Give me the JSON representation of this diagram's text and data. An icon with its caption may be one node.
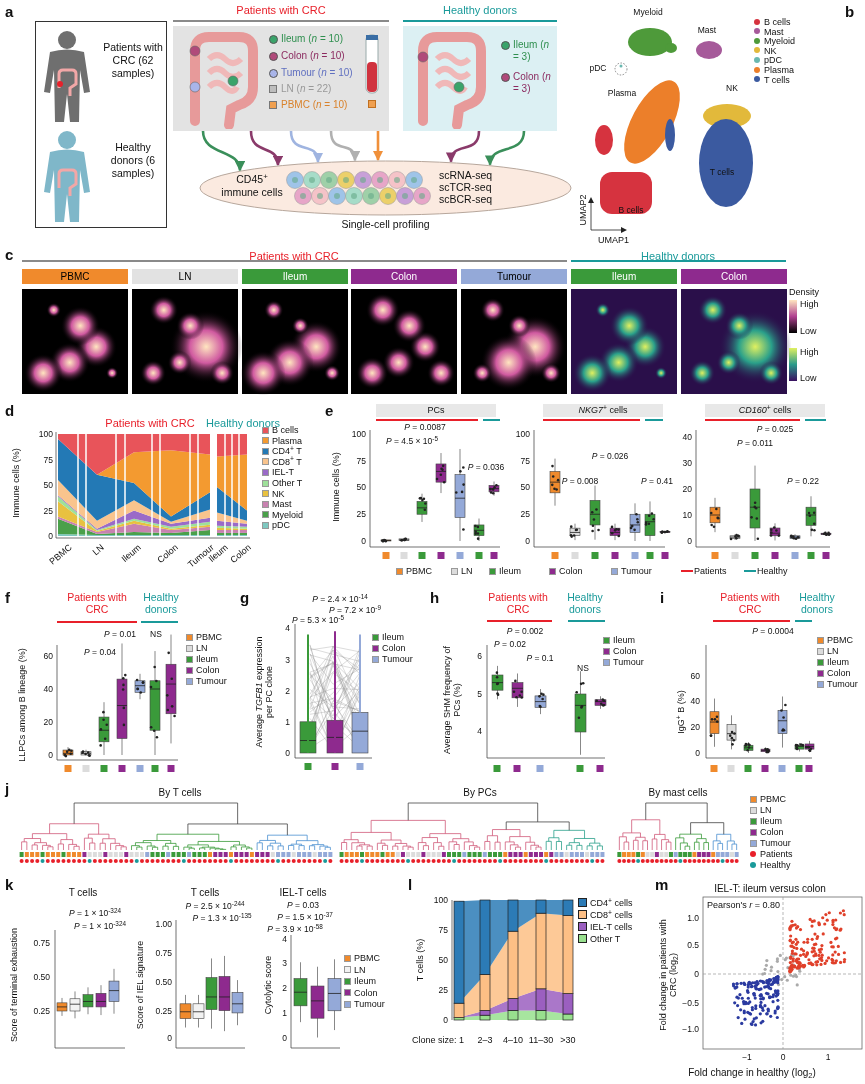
{
  "diagram": {
    "nodes": [
      {
        "text": [],
        "shape": "box"
      },
      {
        "text": [
          "Patients with CRC (62 samples)"
        ],
        "in": 0
      },
      {
        "text": [
          "Healthy donors (6 samples)"
        ],
        "in": 0
      },
      {
        "text": [
          "Patients with CRC",
          "Ileum (*n* = 10)",
          "Colon (*n* = 10)",
          "Tumour (*n* = 10)",
          "LN (*n* = 22)",
          "PBMC (*n* = 10)"
        ]
      },
      {
        "text": [
          "Healthy donors",
          "Ileum (*n* = 3)",
          "Colon (*n* = 3)"
        ]
      },
      {
        "text": [
          "CD45$^{+}$ immune cells",
          "scRNA-seq scTCR-seq scBCR-seq"
        ],
        "beside": [
          "Single-cell profiling"
        ]
      }
    ],
    "edges": [
      {
        "from": 3,
        "to": 5,
        "arrow": "to",
        "color": "#3a8f5a"
      },
      {
        "from": 3,
        "to": 5,
        "arrow": "to",
        "color": "#8a3a6a"
      },
      {
        "from": 3,
        "to": 5,
        "arrow": "to",
        "color": "#9fb4e0"
      },
      {
        "from": 3,
        "to": 5,
        "arrow": "to",
        "color": "#b0b0b0"
      },
      {
        "from": 3,
        "to": 5,
        "arrow": "to",
        "color": "#f0903a"
      },
      {
        "from": 4,
        "to": 5,
        "arrow": "to",
        "color": "#8a3a6a"
      },
      {
        "from": 4,
        "to": 5,
        "arrow": "to",
        "color": "#3a8f5a"
      }
    ],
    "labels": [
      "a",
      "Myeloid",
      "b",
      "Mast",
      "pDC",
      "Plasma",
      "NK",
      "T cells",
      "B cells",
      "UMAP2",
      "UMAP1",
      "c",
      "Patients with CRC",
      "Healthy donors",
      "PBMC",
      "LN",
      "Ileum",
      "Colon",
      "Tumour",
      "Ileum",
      "Colon",
      "Density",
      "High",
      "Low",
      "High",
      "Low",
      "d",
      "Patients with CRC",
      "Healthy donors",
      "Immune cells (%)",
      "100",
      "75",
      "50",
      "25",
      "0",
      "PBMC",
      "LN",
      "Ileum",
      "Colon",
      "Tumour",
      "Ileum",
      "Colon",
      "e",
      "PCs",
      "*P* = 0.0087",
      "*P* = 4.5 × 10$^{-5}$",
      "*P* = 0.036",
      "Immune cells (%)",
      "100",
      "75",
      "50",
      "25",
      "0",
      "*NKG7*$^{+}$ cells",
      "*P* = 0.026",
      "*P* = 0.008",
      "*P* = 0.41",
      "100",
      "75",
      "50",
      "25",
      "0",
      "*CD160*$^{+}$ cells",
      "*P* = 0.025",
      "*P* = 0.011",
      "*P* = 0.22",
      "40",
      "30",
      "20",
      "10",
      "0",
      "f",
      "Patients with CRC",
      "Healthy donors",
      "*P* = 0.01",
      "NS",
      "*P* = 0.04",
      "LLPCs among B lineage (%)",
      "60",
      "40",
      "20",
      "0",
      "g",
      "*P* = 2.4 × 10$^{-14}$",
      "*P* = 7.2 × 10$^{-9}$",
      "*P* = 5.3 × 10$^{-5}$",
      "Average *TGFB1* expression per PC clone",
      "4",
      "3",
      "2",
      "1",
      "0",
      "h",
      "Patients with CRC",
      "Healthy donors",
      "*P* = 0.002",
      "*P* = 0.02",
      "*P* = 0.1",
      "NS",
      "Average SHM frequency of PCs (%)",
      "6",
      "5",
      "4",
      "i",
      "Patients with CRC",
      "Healthy donors",
      "*P* = 0.0004",
      "IgG$^{+}$ B (%)",
      "60",
      "40",
      "20",
      "0",
      "j",
      "By T cells",
      "By PCs",
      "By mast cells",
      "k",
      "T cells",
      "*P* = 1 × 10$^{-324}$",
      "*P* = 1 × 10$^{-324}$",
      "Score of terminal exhaustion",
      "0.75",
      "0.50",
      "0.25",
      "T cells",
      "*P* = 2.5 × 10$^{-244}$",
      "*P* = 1.3 × 10$^{-135}$",
      "Score of IEL signature",
      "1.00",
      "0.75",
      "0.50",
      "0.25",
      "0",
      "IEL-T cells",
      "*P* = 0.03",
      "*P* = 1.5 × 10$^{-37}$",
      "*P* = 3.9 × 10$^{-58}$",
      "Cytolytic score",
      "4",
      "3",
      "2",
      "1",
      "0",
      "l",
      "m",
      "IEL-T: ileum versus colon",
      "Pearson's *r* = 0.80",
      "Fold change in patients with CRC (log$_{2}$)",
      "1.0",
      "0.5",
      "0",
      "−0.5",
      "−1.0",
      "−1",
      "0",
      "1",
      "Fold change in healthy (log$_{2}$)"
    ],
    "legend": [
      {
        "text": "B cells",
        "color": "#d6333f"
      },
      {
        "text": "Mast",
        "color": "#a65a9a"
      },
      {
        "text": "Myeloid",
        "color": "#4e9a3a"
      },
      {
        "text": "NK",
        "color": "#e2b93b"
      },
      {
        "text": "pDC",
        "color": "#6ab8b0"
      },
      {
        "text": "Plasma",
        "color": "#ec7f2a"
      },
      {
        "text": "T cells",
        "color": "#3b5aa0"
      },
      {
        "text": "B cells",
        "color": "#e8545a"
      },
      {
        "text": "Plasma",
        "color": "#f39a30"
      },
      {
        "text": "CD4$^{+}$ T",
        "color": "#2379b5"
      },
      {
        "text": "CD8$^{+}$ T",
        "color": "#f9c48d"
      },
      {
        "text": "IEL-T",
        "color": "#9a6ac8"
      },
      {
        "text": "Other T",
        "color": "#9ee09a"
      },
      {
        "text": "NK",
        "color": "#e8c140"
      },
      {
        "text": "Mast",
        "color": "#c882b0"
      },
      {
        "text": "Myeloid",
        "color": "#4aa04a"
      },
      {
        "text": "pDC",
        "color": "#7ec8c0"
      },
      {
        "text": "PBMC",
        "color": "#f08a2c"
      },
      {
        "text": "LN",
        "color": "#dcdcdc"
      },
      {
        "text": "Ileum",
        "color": "#3a9a3a"
      },
      {
        "text": "Colon",
        "color": "#8e2a8e"
      },
      {
        "text": "Tumour",
        "color": "#94a9d8"
      },
      {
        "text": "Patients"
      },
      {
        "text": "Healthy"
      },
      {
        "text": "PBMC",
        "color": "#f08a2c"
      },
      {
        "text": "LN",
        "color": "#dcdcdc"
      },
      {
        "text": "Ileum",
        "color": "#3a9a3a"
      },
      {
        "text": "Colon",
        "color": "#8e2a8e"
      },
      {
        "text": "Tumour",
        "color": "#94a9d8"
      },
      {
        "text": "Ileum",
        "color": "#3a9a3a"
      },
      {
        "text": "Colon",
        "color": "#8e2a8e"
      },
      {
        "text": "Tumour",
        "color": "#94a9d8"
      },
      {
        "text": "Ileum",
        "color": "#3a9a3a"
      },
      {
        "text": "Colon",
        "color": "#8e2a8e"
      },
      {
        "text": "Tumour",
        "color": "#94a9d8"
      },
      {
        "text": "PBMC",
        "color": "#f08a2c"
      },
      {
        "text": "LN",
        "color": "#dcdcdc"
      },
      {
        "text": "Ileum",
        "color": "#3a9a3a"
      },
      {
        "text": "Colon",
        "color": "#8e2a8e"
      },
      {
        "text": "Tumour",
        "color": "#94a9d8"
      },
      {
        "text": "PBMC",
        "color": "#f08a2c"
      },
      {
        "text": "LN",
        "color": "#dcdcdc"
      },
      {
        "text": "Ileum",
        "color": "#3a9a3a"
      },
      {
        "text": "Colon",
        "color": "#8e2a8e"
      },
      {
        "text": "Tumour",
        "color": "#94a9d8"
      },
      {
        "text": "Patients",
        "color": "#e8202a"
      },
      {
        "text": "Healthy",
        "color": "#1a9a9a"
      },
      {
        "text": "PBMC",
        "color": "#f08a2c"
      },
      {
        "text": "LN",
        "color": "#f2f2f2"
      },
      {
        "text": "Ileum",
        "color": "#3a9a3a"
      },
      {
        "text": "Colon",
        "color": "#8e2a8e"
      },
      {
        "text": "Tumour",
        "color": "#94a9d8"
      }
    ],
    "chart_data": {
      "type": "bar",
      "ylabel": "T cells (%)",
      "categories": [
        "Clone size: 1",
        "2–3",
        "4–10",
        "11–30",
        ">30"
      ],
      "stacked": true,
      "legend": "right",
      "ylim": [
        0,
        100
      ],
      "yticks": [
        0,
        25,
        50,
        75,
        100
      ],
      "series": [
        {
          "name": "Other T",
          "color": "#98e08e",
          "values": [
            2,
            4,
            8,
            8,
            5
          ]
        },
        {
          "name": "IEL-T cells",
          "color": "#9b5fc0",
          "values": [
            null,
            4,
            10,
            18,
            17
          ]
        },
        {
          "name": "CD8$^{+}$ cells",
          "color": "#fdbf85",
          "values": [
            12,
            30,
            56,
            63,
            65
          ]
        },
        {
          "name": "CD4$^{+}$ cells",
          "color": "#2c7bb6",
          "values": [
            85,
            62,
            26,
            11,
            13
          ]
        }
      ]
    }
  }
}
